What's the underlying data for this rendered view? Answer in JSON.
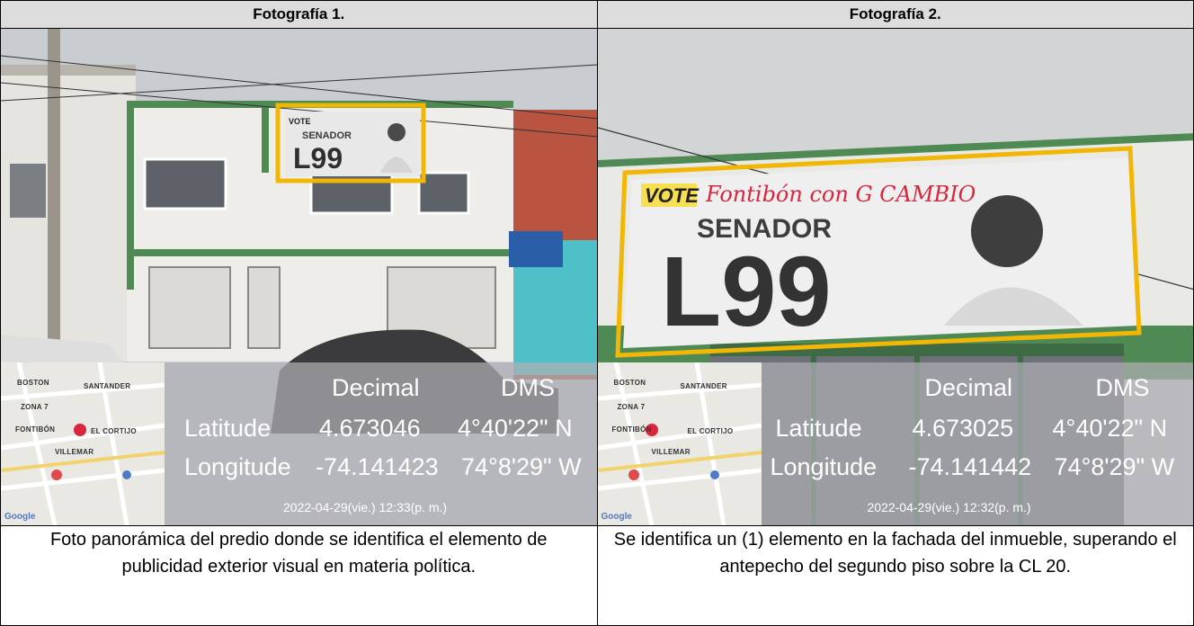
{
  "photos": [
    {
      "header": "Fotografía 1.",
      "overlay": {
        "col_decimal": "Decimal",
        "col_dms": "DMS",
        "lat_label": "Latitude",
        "lat_decimal": "4.673046",
        "lat_dms": "4°40'22\" N",
        "lon_label": "Longitude",
        "lon_decimal": "-74.141423",
        "lon_dms": "74°8'29\" W",
        "timestamp": "2022-04-29(vie.) 12:33(p. m.)"
      },
      "banner": {
        "vote": "VOTE",
        "senador": "SENADOR",
        "number": "L99"
      },
      "map": {
        "boston": "BOSTON",
        "santander": "SANTANDER",
        "zona": "ZONA 7",
        "fontibon": "FONTIBÓN",
        "cortijo": "EL CORTIJO",
        "villemar": "VILLEMAR",
        "google": "Google"
      },
      "caption": "Foto panorámica del predio donde se identifica el elemento de publicidad exterior visual en materia política."
    },
    {
      "header": "Fotografía 2.",
      "overlay": {
        "col_decimal": "Decimal",
        "col_dms": "DMS",
        "lat_label": "Latitude",
        "lat_decimal": "4.673025",
        "lat_dms": "4°40'22\" N",
        "lon_label": "Longitude",
        "lon_decimal": "-74.141442",
        "lon_dms": "74°8'29\" W",
        "timestamp": "2022-04-29(vie.) 12:32(p. m.)"
      },
      "banner": {
        "vote": "VOTE",
        "script": "Fontibón con G CAMBIO",
        "senador": "SENADOR",
        "number": "L99"
      },
      "map": {
        "boston": "BOSTON",
        "santander": "SANTANDER",
        "zona": "ZONA 7",
        "fontibon": "FONTIBÓN",
        "cortijo": "EL CORTIJO",
        "villemar": "VILLEMAR",
        "google": "Google"
      },
      "caption": "Se identifica un (1) elemento en la fachada del inmueble, superando el antepecho del segundo piso sobre la CL 20."
    }
  ],
  "colors": {
    "highlight": "#f2b705",
    "banner_red": "#d7263d",
    "wall_green": "#4f8a55",
    "overlay_gray": "#afafb4"
  }
}
